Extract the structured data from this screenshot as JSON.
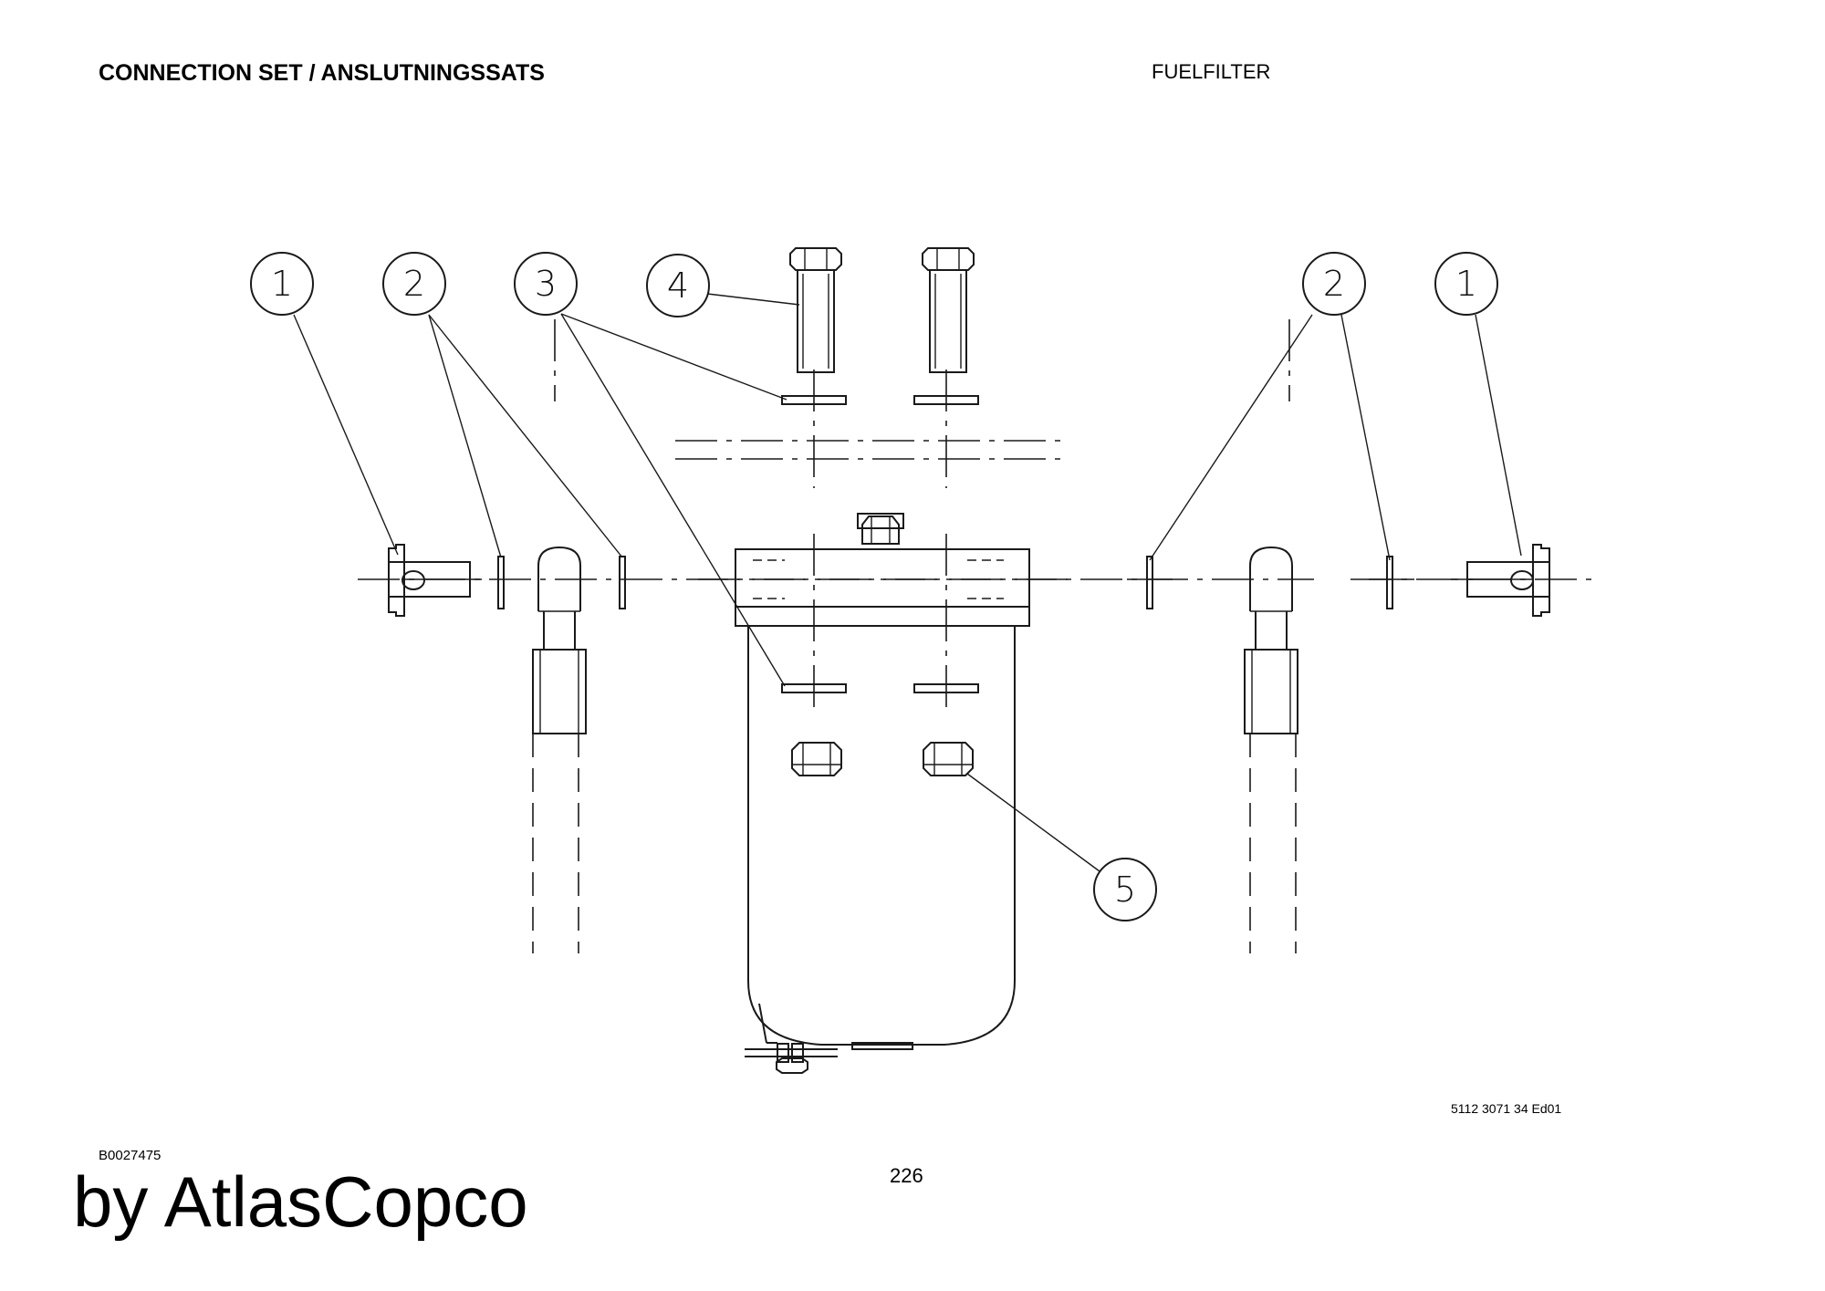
{
  "header": {
    "title": "CONNECTION SET / ANSLUTNINGSSATS",
    "section": "FUELFILTER"
  },
  "footer": {
    "drawing_ref": "5112 3071 34 Ed01",
    "figure_id": "B0027475",
    "page_number": "226",
    "brand": "by AtlasCopco"
  },
  "diagram": {
    "balloons": [
      "1",
      "2",
      "3",
      "4",
      "2",
      "1",
      "5"
    ]
  }
}
